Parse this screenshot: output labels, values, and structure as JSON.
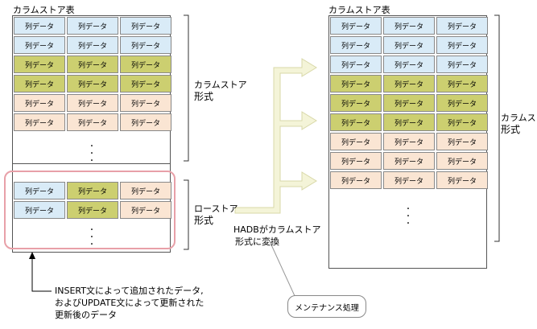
{
  "left": {
    "title": "カラムストア表",
    "column_rows": [
      {
        "color": "blue",
        "cells": [
          "列データ",
          "列データ",
          "列データ"
        ]
      },
      {
        "color": "blue",
        "cells": [
          "列データ",
          "列データ",
          "列データ"
        ]
      },
      {
        "color": "olive",
        "cells": [
          "列データ",
          "列データ",
          "列データ"
        ]
      },
      {
        "color": "olive",
        "cells": [
          "列データ",
          "列データ",
          "列データ"
        ]
      },
      {
        "color": "peach",
        "cells": [
          "列データ",
          "列データ",
          "列データ"
        ]
      },
      {
        "color": "peach",
        "cells": [
          "列データ",
          "列データ",
          "列データ"
        ]
      }
    ],
    "row_store_rows": [
      {
        "cells": [
          {
            "text": "列データ",
            "color": "blue"
          },
          {
            "text": "列データ",
            "color": "olive"
          },
          {
            "text": "列データ",
            "color": "peach"
          }
        ]
      },
      {
        "cells": [
          {
            "text": "列データ",
            "color": "blue"
          },
          {
            "text": "列データ",
            "color": "olive"
          },
          {
            "text": "列データ",
            "color": "peach"
          }
        ]
      }
    ],
    "column_format_label": [
      "カラムストア",
      "形式"
    ],
    "row_format_label": [
      "ローストア",
      "形式"
    ]
  },
  "right": {
    "title": "カラムストア表",
    "rows": [
      {
        "color": "blue",
        "cells": [
          "列データ",
          "列データ",
          "列データ"
        ]
      },
      {
        "color": "blue",
        "cells": [
          "列データ",
          "列データ",
          "列データ"
        ]
      },
      {
        "color": "blue",
        "cells": [
          "列データ",
          "列データ",
          "列データ"
        ]
      },
      {
        "color": "olive",
        "cells": [
          "列データ",
          "列データ",
          "列データ"
        ]
      },
      {
        "color": "olive",
        "cells": [
          "列データ",
          "列データ",
          "列データ"
        ]
      },
      {
        "color": "olive",
        "cells": [
          "列データ",
          "列データ",
          "列データ"
        ]
      },
      {
        "color": "peach",
        "cells": [
          "列データ",
          "列データ",
          "列データ"
        ]
      },
      {
        "color": "peach",
        "cells": [
          "列データ",
          "列データ",
          "列データ"
        ]
      },
      {
        "color": "peach",
        "cells": [
          "列データ",
          "列データ",
          "列データ"
        ]
      }
    ],
    "column_format_label": [
      "カラムストア",
      "形式"
    ]
  },
  "conversion_label": [
    "HADBがカラムストア",
    "形式に変換"
  ],
  "maintenance_label": "メンテナンス処理",
  "note_lines": [
    "INSERT文によって追加されたデータ,",
    "およびUPDATE文によって更新された",
    "更新後のデータ"
  ],
  "colors": {
    "blue": "#d9ebf7",
    "olive": "#cccf70",
    "peach": "#fae5d3",
    "highlight": "#e8a0a8",
    "arrow_fill": "#f4f4d8",
    "arrow_stroke": "#d8d8a8"
  }
}
